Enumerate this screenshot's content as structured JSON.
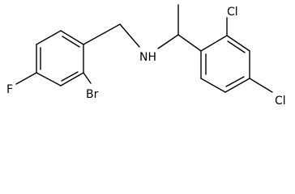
{
  "labels": {
    "fluorine": "F",
    "bromine": "Br",
    "amine": "NH",
    "chlorine_ortho": "Cl",
    "chlorine_para": "Cl"
  }
}
